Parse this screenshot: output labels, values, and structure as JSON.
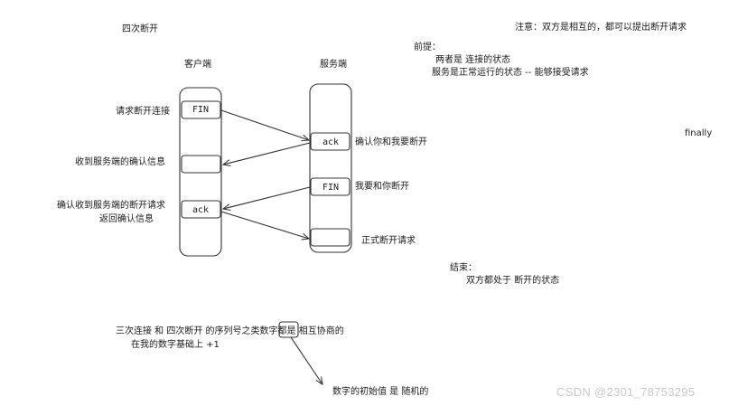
{
  "title": "四次断开",
  "note_top": "注意：双方是相互的，都可以提出断开请求",
  "premise": {
    "heading": "前提：",
    "line1": "两者是 连接的状态",
    "line2": "服务是正常运行的状态 -- 能够接受请求"
  },
  "side_note": "finally",
  "client": {
    "label": "客户端",
    "box1": "FIN",
    "box3": "ack",
    "note1": "请求断开连接",
    "note2": "收到服务端的确认信息",
    "note3a": "确认收到服务端的断开请求",
    "note3b": "返回确认信息"
  },
  "server": {
    "label": "服务端",
    "box1": "ack",
    "box2": "FIN",
    "note1": "确认你和我要断开",
    "note2": "我要和你断开",
    "note3": "正式断开请求"
  },
  "result": {
    "heading": "结束：",
    "line1": "双方都处于 断开的状态"
  },
  "seq_note": {
    "line1": "三次连接 和 四次断开 的序列号之类数字都是 相互协商的",
    "line2": "在我的数字基础上  +1",
    "line3": "数字的初始值 是 随机的"
  },
  "watermark": "CSDN @2301_78753295"
}
